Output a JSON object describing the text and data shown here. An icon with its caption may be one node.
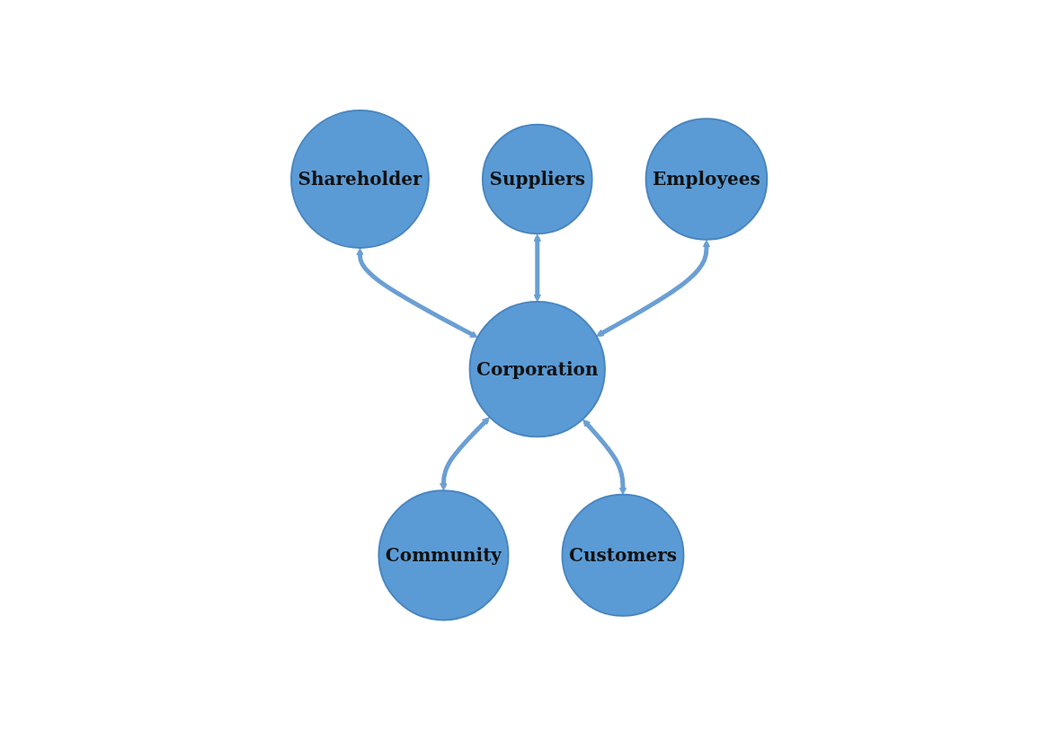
{
  "diagram": {
    "nodes": [
      {
        "text": [
          "Shareholder"
        ]
      },
      {
        "text": [
          "Suppliers"
        ]
      },
      {
        "text": [
          "Employees"
        ]
      },
      {
        "text": [
          "Corporation"
        ]
      },
      {
        "text": [
          "Community"
        ]
      },
      {
        "text": [
          "Customers"
        ]
      }
    ],
    "edges": [
      {
        "from": 0,
        "to": 3,
        "arrow": "both"
      },
      {
        "from": 1,
        "to": 3,
        "arrow": "both"
      },
      {
        "from": 2,
        "to": 3,
        "arrow": "both"
      },
      {
        "from": 3,
        "to": 4,
        "arrow": "both"
      },
      {
        "from": 3,
        "to": 5,
        "arrow": "both"
      }
    ]
  }
}
